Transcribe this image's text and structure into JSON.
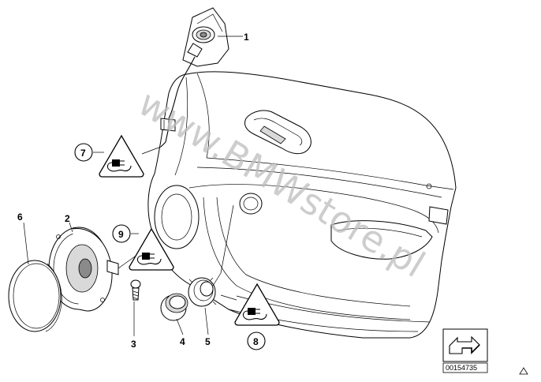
{
  "watermark": "www.BMWstore.pl",
  "catalog_code": "00154735",
  "callouts": [
    {
      "id": "1",
      "label": "1"
    },
    {
      "id": "2",
      "label": "2"
    },
    {
      "id": "3",
      "label": "3"
    },
    {
      "id": "4",
      "label": "4"
    },
    {
      "id": "5",
      "label": "5"
    },
    {
      "id": "6",
      "label": "6"
    },
    {
      "id": "7",
      "label": "7"
    },
    {
      "id": "8",
      "label": "8"
    },
    {
      "id": "9",
      "label": "9"
    }
  ],
  "icons": {
    "warning": "warning-triangle-plug-icon",
    "nav": "arrow-nav-icon",
    "corner": "triangle-marker-icon"
  }
}
